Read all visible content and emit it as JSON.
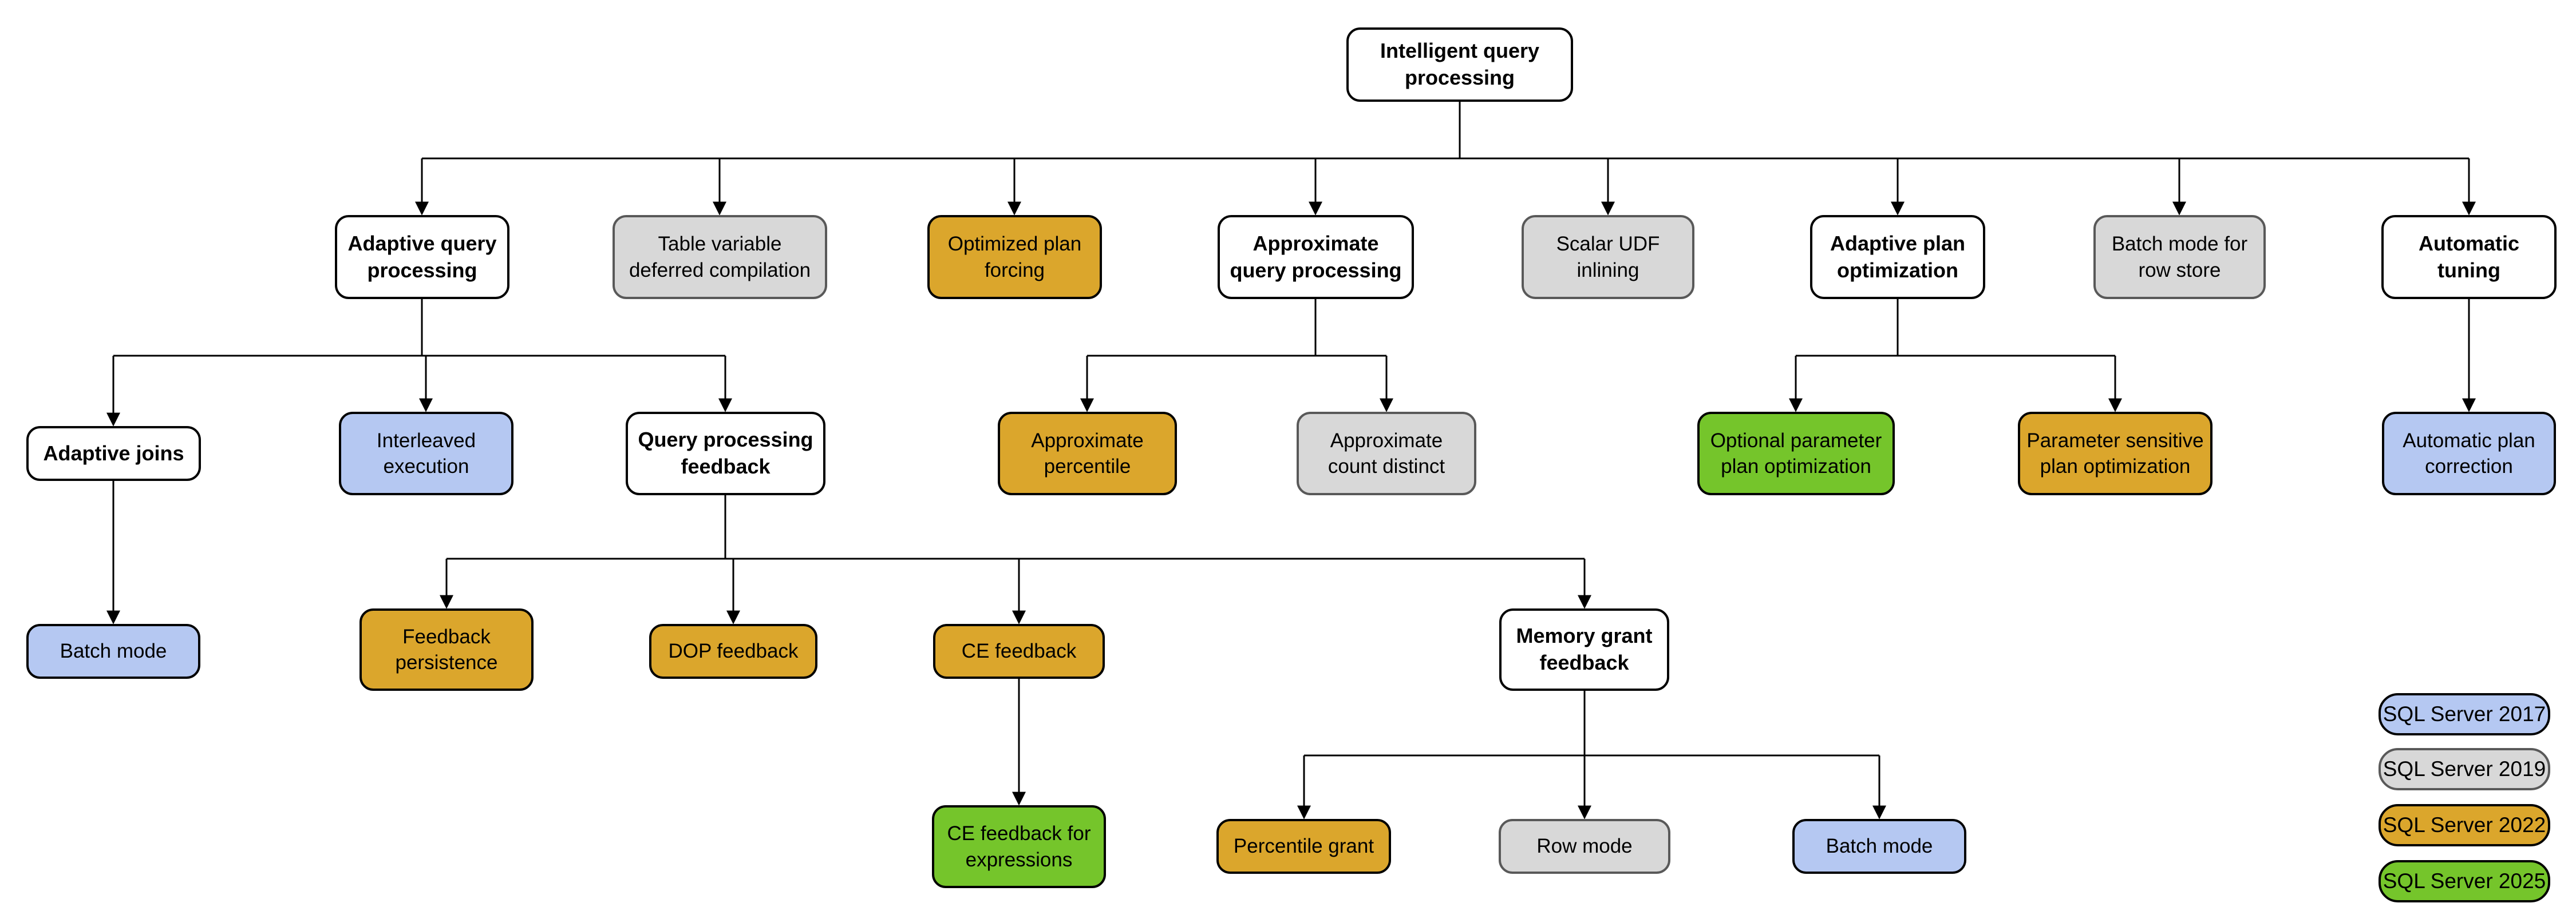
{
  "diagram": {
    "nodes": {
      "root": {
        "label": "Intelligent query\nprocessing",
        "fill": "#ffffff",
        "border": "#000000"
      },
      "aqp": {
        "label": "Adaptive query\nprocessing",
        "fill": "#ffffff",
        "border": "#000000"
      },
      "tvdc": {
        "label": "Table variable\ndeferred compilation",
        "fill": "#d8d8d8",
        "border": "#595959"
      },
      "opf": {
        "label": "Optimized plan\nforcing",
        "fill": "#dba62c",
        "border": "#000000"
      },
      "aqproc": {
        "label": "Approximate\nquery processing",
        "fill": "#ffffff",
        "border": "#000000"
      },
      "sui": {
        "label": "Scalar UDF\ninlining",
        "fill": "#d8d8d8",
        "border": "#595959"
      },
      "apo": {
        "label": "Adaptive plan\noptimization",
        "fill": "#ffffff",
        "border": "#000000"
      },
      "bmrs": {
        "label": "Batch mode for\nrow store",
        "fill": "#d8d8d8",
        "border": "#595959"
      },
      "atun": {
        "label": "Automatic\ntuning",
        "fill": "#ffffff",
        "border": "#000000"
      },
      "aj": {
        "label": "Adaptive joins",
        "fill": "#ffffff",
        "border": "#000000"
      },
      "ie": {
        "label": "Interleaved\nexecution",
        "fill": "#b5c8f2",
        "border": "#000000"
      },
      "qpf": {
        "label": "Query processing\nfeedback",
        "fill": "#ffffff",
        "border": "#000000"
      },
      "apct": {
        "label": "Approximate\npercentile",
        "fill": "#dba62c",
        "border": "#000000"
      },
      "acd": {
        "label": "Approximate\ncount distinct",
        "fill": "#d8d8d8",
        "border": "#595959"
      },
      "oppo": {
        "label": "Optional parameter\nplan optimization",
        "fill": "#75c52b",
        "border": "#000000"
      },
      "pspo": {
        "label": "Parameter sensitive\nplan optimization",
        "fill": "#dba62c",
        "border": "#000000"
      },
      "apc": {
        "label": "Automatic plan\ncorrection",
        "fill": "#b5c8f2",
        "border": "#000000"
      },
      "bm_aj": {
        "label": "Batch mode",
        "fill": "#b5c8f2",
        "border": "#000000"
      },
      "fp": {
        "label": "Feedback\npersistence",
        "fill": "#dba62c",
        "border": "#000000"
      },
      "dop": {
        "label": "DOP feedback",
        "fill": "#dba62c",
        "border": "#000000"
      },
      "cef": {
        "label": "CE feedback",
        "fill": "#dba62c",
        "border": "#000000"
      },
      "mgf": {
        "label": "Memory grant\nfeedback",
        "fill": "#ffffff",
        "border": "#000000"
      },
      "cefe": {
        "label": "CE feedback for\nexpressions",
        "fill": "#75c52b",
        "border": "#000000"
      },
      "pg": {
        "label": "Percentile grant",
        "fill": "#dba62c",
        "border": "#000000"
      },
      "rm": {
        "label": "Row mode",
        "fill": "#d8d8d8",
        "border": "#595959"
      },
      "bm_mgf": {
        "label": "Batch mode",
        "fill": "#b5c8f2",
        "border": "#000000"
      }
    },
    "legend": {
      "items": [
        {
          "label": "SQL Server 2017",
          "fill": "#b5c8f2",
          "border": "#000000"
        },
        {
          "label": "SQL Server 2019",
          "fill": "#d8d8d8",
          "border": "#595959"
        },
        {
          "label": "SQL Server 2022",
          "fill": "#dba62c",
          "border": "#000000"
        },
        {
          "label": "SQL Server 2025",
          "fill": "#75c52b",
          "border": "#000000"
        }
      ]
    }
  }
}
